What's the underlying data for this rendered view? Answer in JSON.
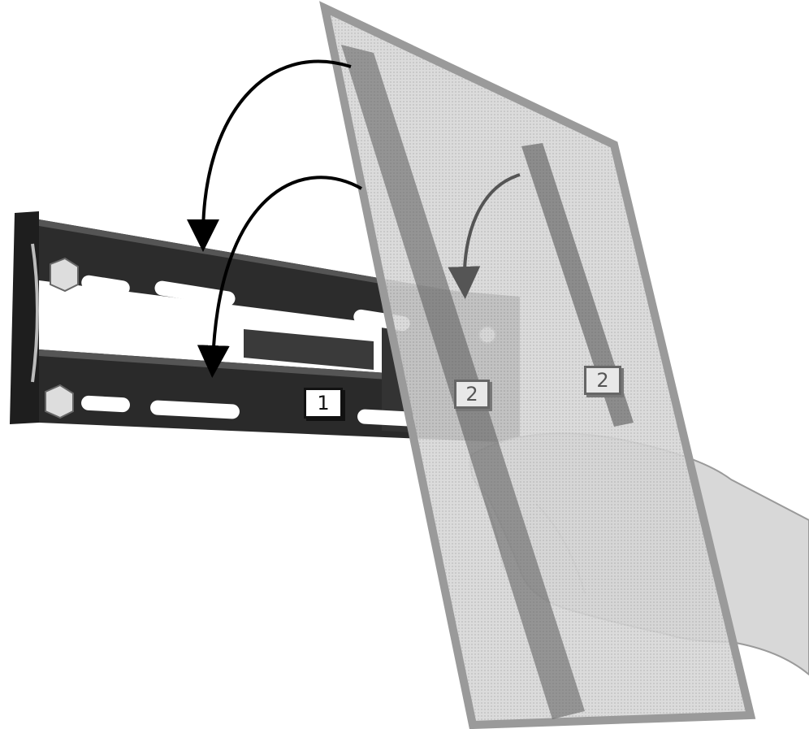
{
  "labels": {
    "step1": "1",
    "step2_left": "2",
    "step2_right": "2"
  },
  "icons": {
    "arrow_top": "curved-arrow-down-icon",
    "arrow_middle": "curved-arrow-down-icon",
    "arrow_right": "curved-arrow-down-icon"
  },
  "colors": {
    "bracket": "#2a2a2a",
    "panel_fill": "#cfcfcf",
    "panel_edge": "#9a9a9a",
    "arrow": "#000000"
  }
}
